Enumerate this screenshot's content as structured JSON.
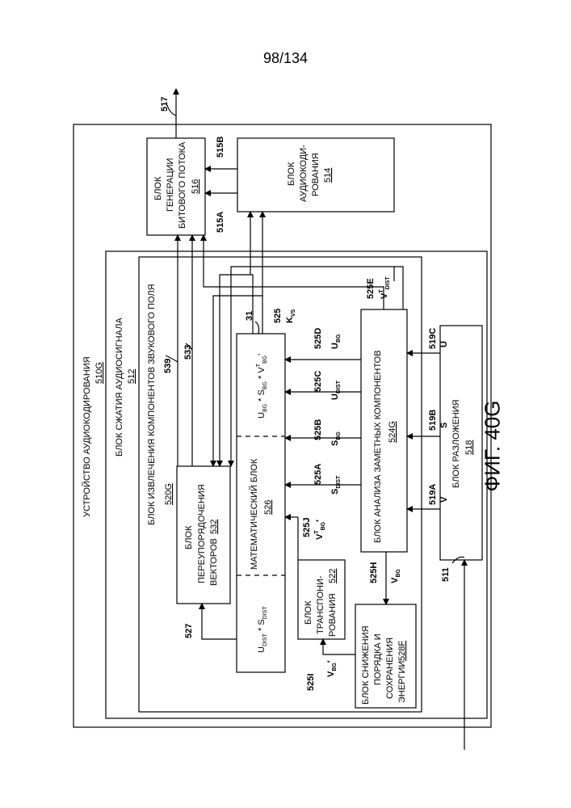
{
  "page": {
    "number": "98/134",
    "figure": "ФИГ. 40G"
  },
  "device": {
    "title": "УСТРОЙСТВО АУДИОКОДИРОВАНИЯ",
    "ref": "510G"
  },
  "compress_unit": {
    "title": "БЛОК СЖАТИЯ АУДИОСИГНАЛА",
    "ref": "512"
  },
  "extract_unit": {
    "title": "БЛОК ИЗВЛЕЧЕНИЯ КОМПОНЕНТОВ ЗВУКОВОГО ПОЛЯ",
    "ref": "520G"
  },
  "blocks": {
    "bitstream": {
      "lines": [
        "БЛОК",
        "ГЕНЕРАЦИИ",
        "БИТОВОГО ПОТОКА"
      ],
      "ref": "516"
    },
    "audiocoding": {
      "lines": [
        "БЛОК",
        "АУДИОКОДИ-",
        "РОВАНИЯ"
      ],
      "ref": "514"
    },
    "reorder": {
      "lines": [
        "БЛОК",
        "ПЕРЕУПОРЯДОЧЕНИЯ"
      ],
      "last_line": "ВЕКТОРОВ",
      "ref": "532"
    },
    "math": {
      "title": "МАТЕМАТИЧЕСКИЙ БЛОК",
      "ref": "526",
      "left_expr": "U_DIST * S_DIST",
      "right_expr": "U_BG * S_BG * V^T_BG′"
    },
    "transpose": {
      "lines": [
        "БЛОК",
        "ТРАНСПОНИ-"
      ],
      "last_line": "РОВАНИЯ",
      "ref": "522"
    },
    "order_reduction": {
      "lines": [
        "БЛОК СНИЖЕНИЯ",
        "ПОРЯДКА И",
        "СОХРАНЕНИЯ"
      ],
      "last_line": "ЭНЕРГИИ",
      "ref": "528F"
    },
    "salient": {
      "title": "БЛОК АНАЛИЗА ЗАМЕТНЫХ КОМПОНЕНТОВ",
      "ref": "524G"
    },
    "decomposition": {
      "title": "БЛОК РАЗЛОЖЕНИЯ",
      "ref": "518"
    }
  },
  "signals": {
    "s517": "517",
    "s515B": "515B",
    "s515A": "515A",
    "s539": "539",
    "s533": "533",
    "s31": "31",
    "s525": "525",
    "s525E": "525E",
    "s525D": "525D",
    "s525C": "525C",
    "s525B": "525B",
    "s525A": "525A",
    "s525J": "525J",
    "s525H": "525H",
    "s525I": "525I",
    "s527": "527",
    "s519A": "519A",
    "s519B": "519B",
    "s519C": "519C",
    "s511": "511"
  },
  "signal_symbols": {
    "K": "K",
    "K_sub": "VS",
    "V": "V",
    "T": "T",
    "DIST": "DIST",
    "BG": "BG",
    "U": "U",
    "S": "S",
    "prime": "′"
  }
}
